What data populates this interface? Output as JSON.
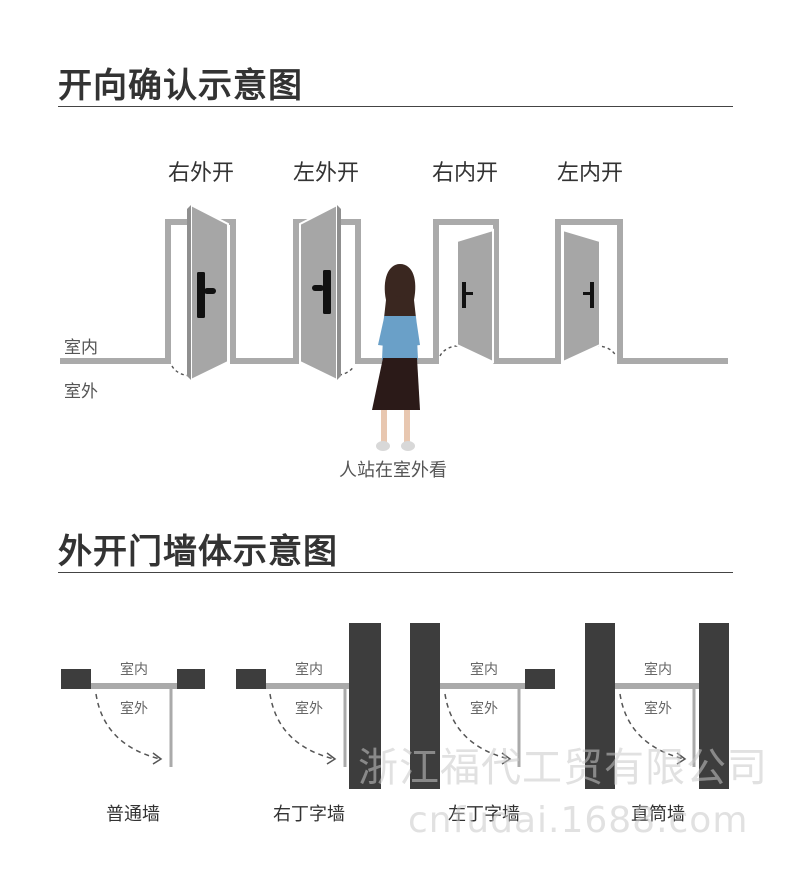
{
  "section1": {
    "title": "开向确认示意图",
    "doors": [
      "右外开",
      "左外开",
      "右内开",
      "左内开"
    ],
    "indoor_label": "室内",
    "outdoor_label": "室外",
    "caption": "人站在室外看"
  },
  "section2": {
    "title": "外开门墙体示意图",
    "indoor_label": "室内",
    "outdoor_label": "室外",
    "wall_types": [
      "普通墙",
      "右丁字墙",
      "左丁字墙",
      "直筒墙"
    ]
  },
  "watermark": {
    "line1": "浙江福代工贸有限公司",
    "line2": "cnfudai.1688.com"
  },
  "colors": {
    "wall": "#aaaaaa",
    "door": "#a6a6a6",
    "dark_wall": "#3d3d3d",
    "text": "#333333"
  }
}
